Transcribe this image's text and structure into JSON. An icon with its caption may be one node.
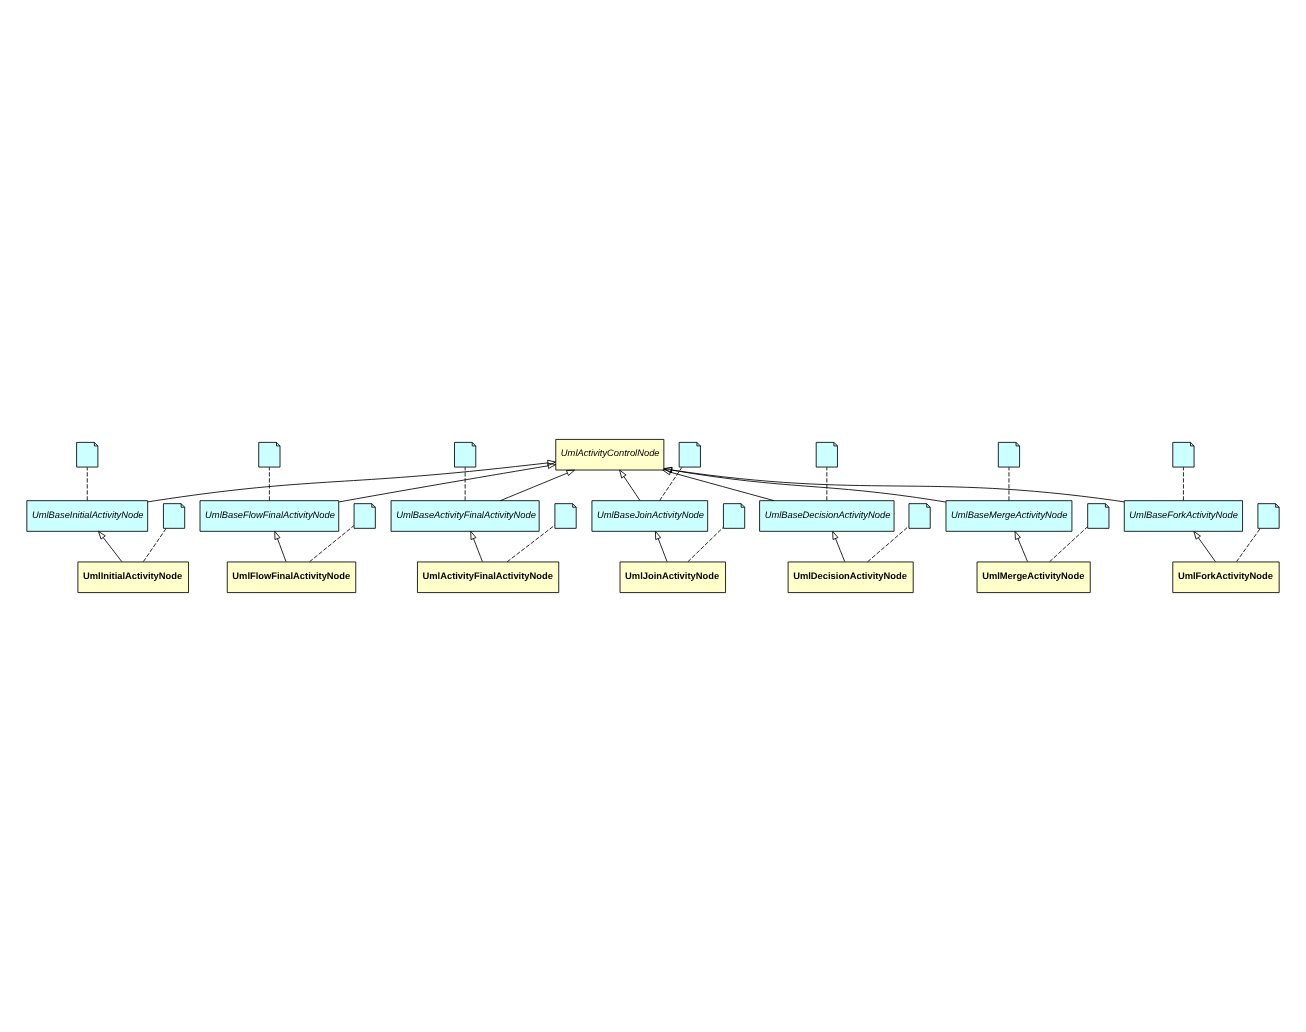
{
  "diagram": {
    "nodes": [
      {
        "text": [
          "UmlActivityControlNode"
        ]
      },
      {
        "text": [
          "UmlBaseInitialActivityNode"
        ]
      },
      {
        "text": [
          "UmlInitialActivityNode"
        ]
      },
      {
        "text": [
          "UmlBaseFlowFinalActivityNode"
        ]
      },
      {
        "text": [
          "UmlFlowFinalActivityNode"
        ]
      },
      {
        "text": [
          "UmlBaseActivityFinalActivityNode"
        ]
      },
      {
        "text": [
          "UmlActivityFinalActivityNode"
        ]
      },
      {
        "text": [
          "UmlBaseJoinActivityNode"
        ]
      },
      {
        "text": [
          "UmlJoinActivityNode"
        ]
      },
      {
        "text": [
          "UmlBaseDecisionActivityNode"
        ]
      },
      {
        "text": [
          "UmlDecisionActivityNode"
        ]
      },
      {
        "text": [
          "UmlBaseMergeActivityNode"
        ]
      },
      {
        "text": [
          "UmlMergeActivityNode"
        ]
      },
      {
        "text": [
          "UmlBaseForkActivityNode"
        ]
      },
      {
        "text": [
          "UmlForkActivityNode"
        ]
      },
      {
        "text": [],
        "shape": "note"
      },
      {
        "text": [],
        "shape": "note"
      },
      {
        "text": [],
        "shape": "note"
      },
      {
        "text": [],
        "shape": "note"
      },
      {
        "text": [],
        "shape": "note"
      },
      {
        "text": [],
        "shape": "note"
      },
      {
        "text": [],
        "shape": "note"
      },
      {
        "text": [],
        "shape": "note"
      },
      {
        "text": [],
        "shape": "note"
      },
      {
        "text": [],
        "shape": "note"
      },
      {
        "text": [],
        "shape": "note"
      },
      {
        "text": [],
        "shape": "note"
      },
      {
        "text": [],
        "shape": "note"
      },
      {
        "text": [],
        "shape": "note"
      }
    ],
    "edges": [
      {
        "from": 1,
        "to": 0,
        "arrow": "to"
      },
      {
        "from": 3,
        "to": 0,
        "arrow": "to"
      },
      {
        "from": 5,
        "to": 0,
        "arrow": "to"
      },
      {
        "from": 7,
        "to": 0,
        "arrow": "to"
      },
      {
        "from": 9,
        "to": 0,
        "arrow": "to"
      },
      {
        "from": 11,
        "to": 0,
        "arrow": "to"
      },
      {
        "from": 13,
        "to": 0,
        "arrow": "to"
      },
      {
        "from": 2,
        "to": 1,
        "arrow": "to"
      },
      {
        "from": 4,
        "to": 3,
        "arrow": "to"
      },
      {
        "from": 6,
        "to": 5,
        "arrow": "to"
      },
      {
        "from": 8,
        "to": 7,
        "arrow": "to"
      },
      {
        "from": 10,
        "to": 9,
        "arrow": "to"
      },
      {
        "from": 12,
        "to": 11,
        "arrow": "to"
      },
      {
        "from": 14,
        "to": 13,
        "arrow": "to"
      },
      {
        "from": 1,
        "to": 15,
        "arrow": "none",
        "style": "dashed"
      },
      {
        "from": 2,
        "to": 16,
        "arrow": "none",
        "style": "dashed"
      },
      {
        "from": 3,
        "to": 17,
        "arrow": "none",
        "style": "dashed"
      },
      {
        "from": 4,
        "to": 18,
        "arrow": "none",
        "style": "dashed"
      },
      {
        "from": 5,
        "to": 19,
        "arrow": "none",
        "style": "dashed"
      },
      {
        "from": 6,
        "to": 20,
        "arrow": "none",
        "style": "dashed"
      },
      {
        "from": 7,
        "to": 21,
        "arrow": "none",
        "style": "dashed"
      },
      {
        "from": 8,
        "to": 22,
        "arrow": "none",
        "style": "dashed"
      },
      {
        "from": 9,
        "to": 23,
        "arrow": "none",
        "style": "dashed"
      },
      {
        "from": 10,
        "to": 24,
        "arrow": "none",
        "style": "dashed"
      },
      {
        "from": 11,
        "to": 25,
        "arrow": "none",
        "style": "dashed"
      },
      {
        "from": 12,
        "to": 26,
        "arrow": "none",
        "style": "dashed"
      },
      {
        "from": 13,
        "to": 27,
        "arrow": "none",
        "style": "dashed"
      },
      {
        "from": 14,
        "to": 28,
        "arrow": "none",
        "style": "dashed"
      }
    ]
  }
}
